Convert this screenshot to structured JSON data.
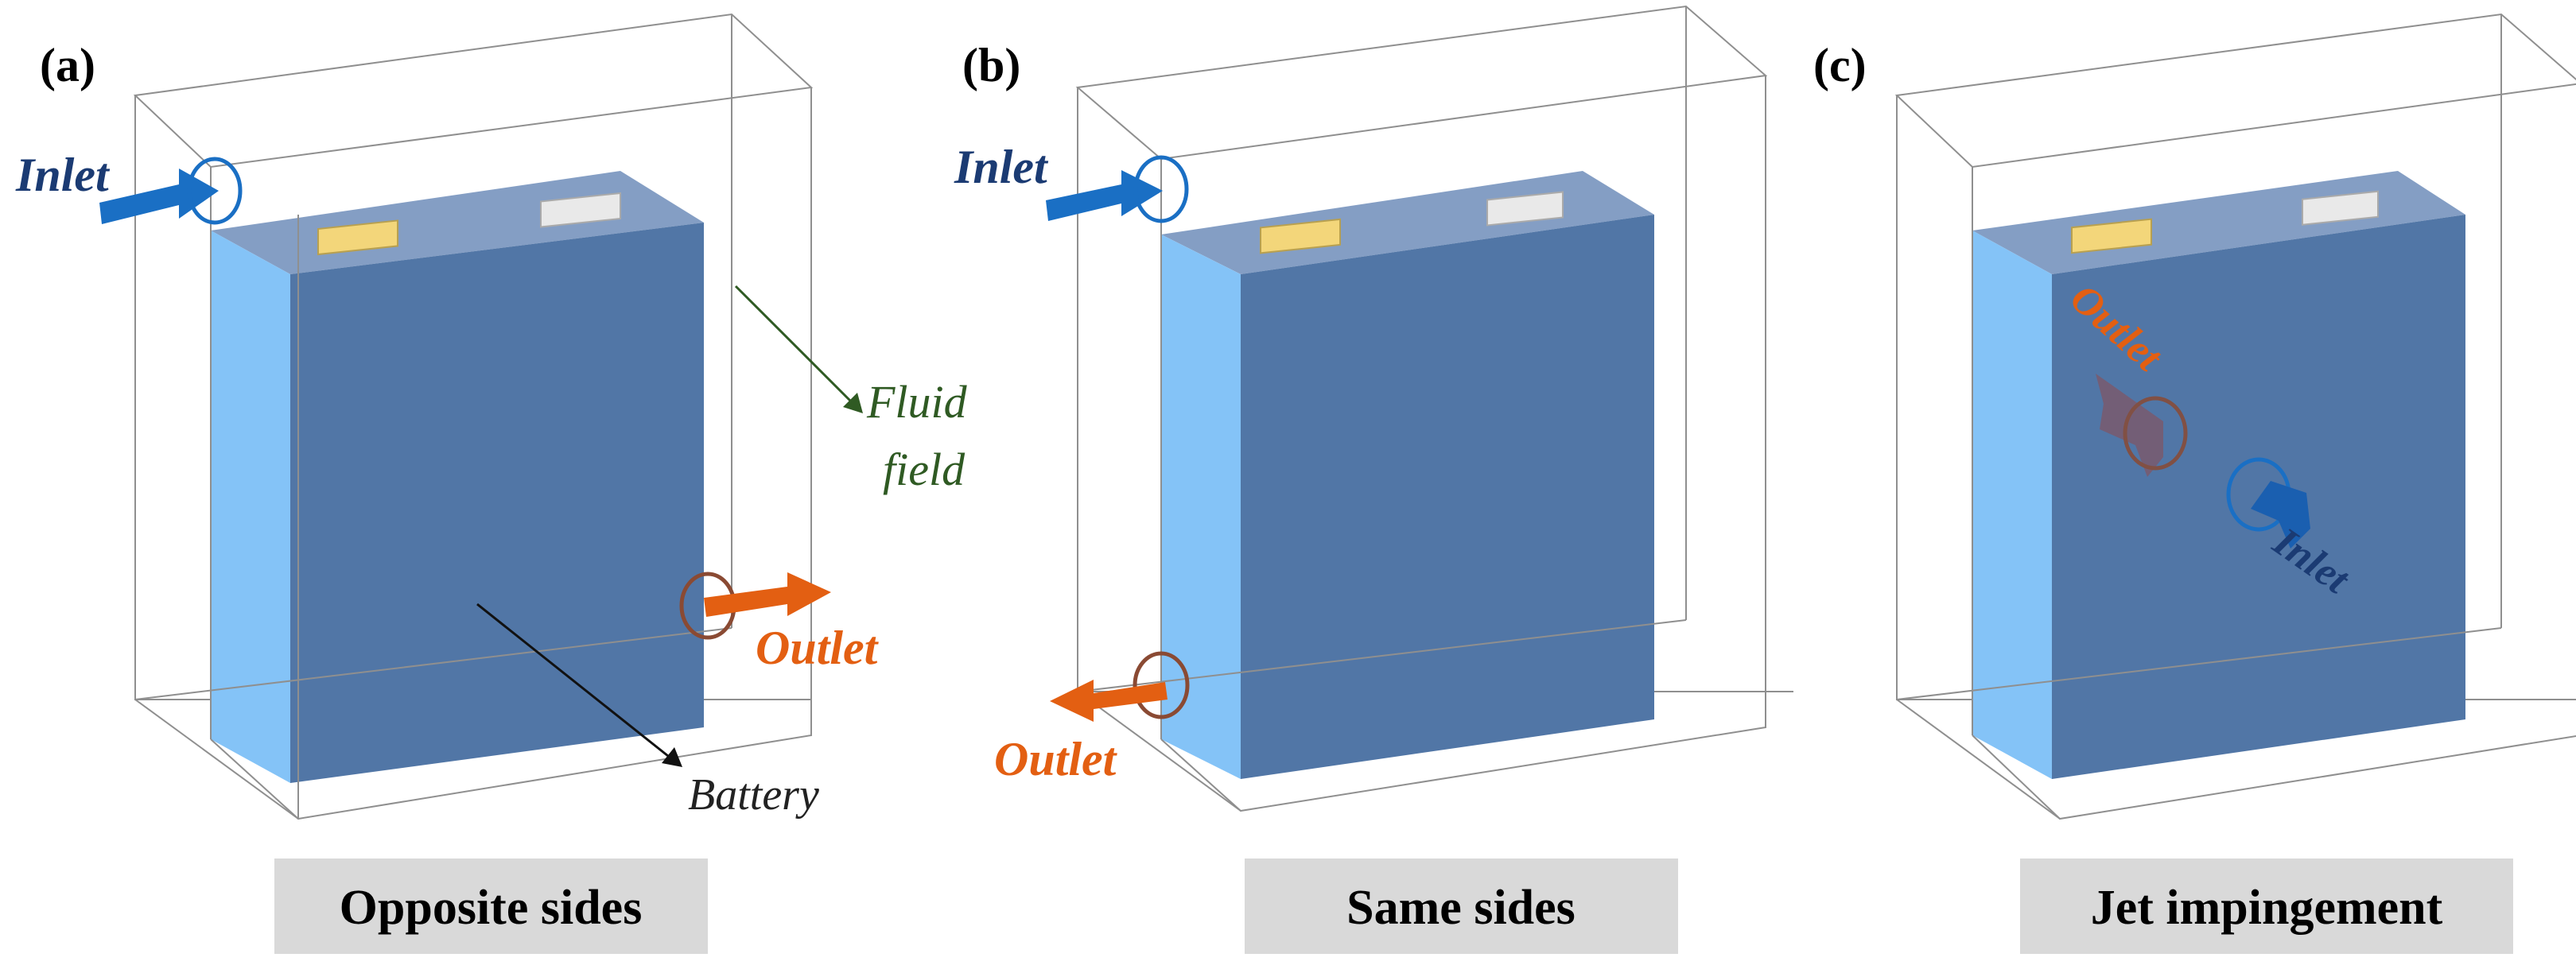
{
  "colors": {
    "battery_front": "#5176a6",
    "battery_side": "#84c3f7",
    "battery_top": "#6f8dba",
    "tab_positive": "#f3d67a",
    "tab_negative": "#e9e9e9",
    "box_line": "#8f8f8f",
    "inlet": "#1a6fc4",
    "inlet_text": "#1b3b73",
    "outlet": "#e35f12",
    "outlet_text": "#e35f12",
    "outlet_ring": "#8a4a33",
    "fluid_text": "#2f5a23",
    "battery_text": "#222222",
    "caption_bg": "#d9d9d9"
  },
  "panels": [
    {
      "letter": "(a)",
      "caption": "Opposite sides",
      "inlet_label": "Inlet",
      "outlet_label": "Outlet",
      "fluid_label_line1": "Fluid",
      "fluid_label_line2": "field",
      "battery_label": "Battery"
    },
    {
      "letter": "(b)",
      "caption": "Same sides",
      "inlet_label": "Inlet",
      "outlet_label": "Outlet"
    },
    {
      "letter": "(c)",
      "caption": "Jet impingement",
      "inlet_label": "Inlet",
      "outlet_label": "Outlet"
    }
  ]
}
